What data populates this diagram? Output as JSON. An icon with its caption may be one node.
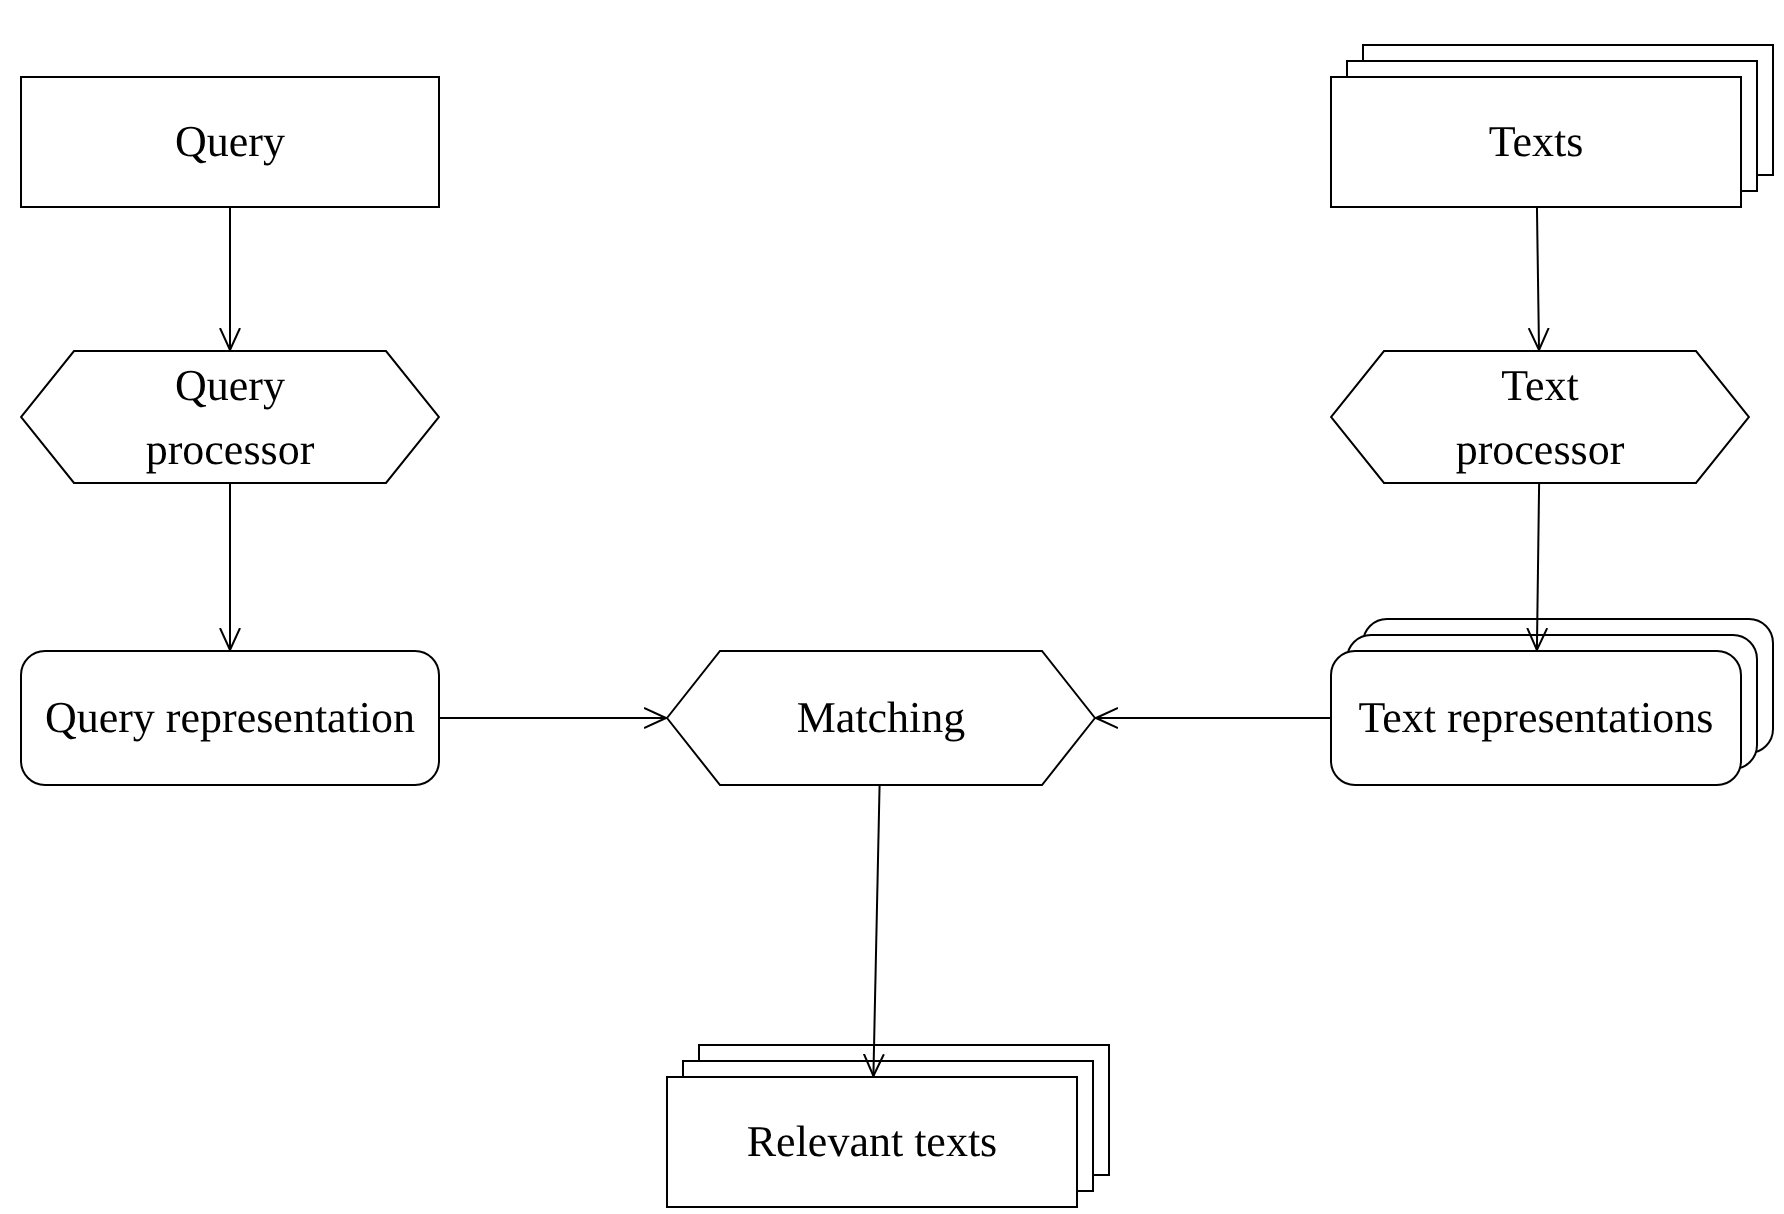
{
  "diagram": {
    "nodes": [
      {
        "text": [
          "Query"
        ]
      },
      {
        "text": [
          "Query processor"
        ]
      },
      {
        "text": [
          "Query representation"
        ]
      },
      {
        "text": [
          "Texts"
        ]
      },
      {
        "text": [
          "Text processor"
        ]
      },
      {
        "text": [
          "Text representations"
        ]
      },
      {
        "text": [
          "Matching"
        ]
      },
      {
        "text": [
          "Relevant texts"
        ]
      }
    ],
    "edges": [
      {
        "from": 0,
        "to": 1,
        "arrow": "to"
      },
      {
        "from": 1,
        "to": 2,
        "arrow": "to"
      },
      {
        "from": 3,
        "to": 4,
        "arrow": "to"
      },
      {
        "from": 4,
        "to": 5,
        "arrow": "to"
      },
      {
        "from": 2,
        "to": 6,
        "arrow": "to"
      },
      {
        "from": 5,
        "to": 6,
        "arrow": "to"
      },
      {
        "from": 6,
        "to": 7,
        "arrow": "to"
      }
    ]
  }
}
